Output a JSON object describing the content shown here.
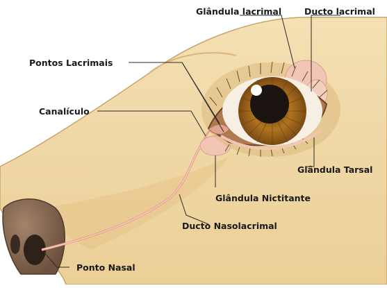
{
  "labels": {
    "glandula_lacrimal": "Glândula lacrimal",
    "ducto_lacrimal": "Ducto lacrimal",
    "pontos_lacrimais": "Pontos Lacrimais",
    "canaliculo": "Canalículo",
    "glandula_tarsal": "Glândula Tarsal",
    "glandula_nictitante": "Glândula Nictitante",
    "ducto_nasolacrimal": "Ducto Nasolacrimal",
    "ponto_nasal": "Ponto Nasal"
  },
  "colors": {
    "background": "#ffffff",
    "skin": "#f0d9a6",
    "skin_shadow": "#e2c188",
    "nose": "#8a6b55",
    "nose_dark": "#3a2a20",
    "iris": "#a56a1e",
    "pupil": "#1c1410",
    "gland_pink": "#f2c6b4",
    "duct": "#e8a48e",
    "leader_line": "#2a2a2a"
  }
}
